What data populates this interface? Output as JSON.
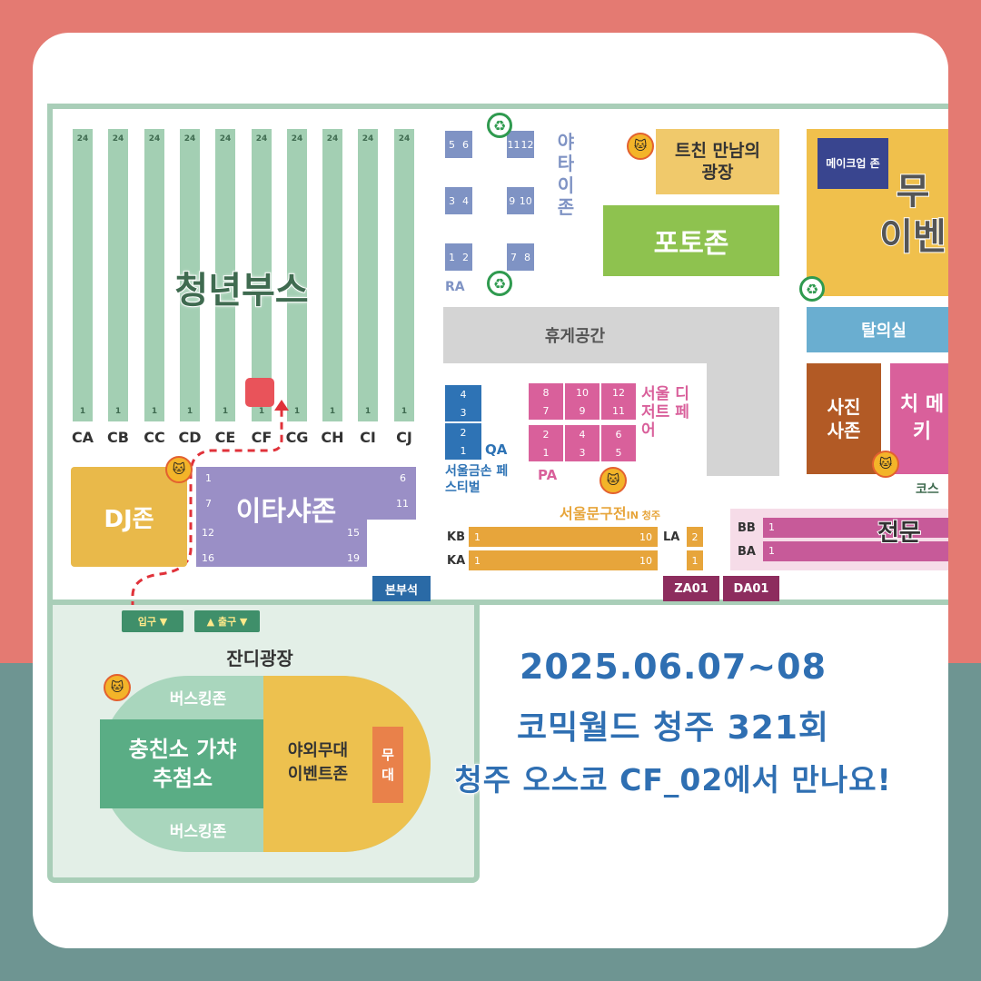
{
  "colors": {
    "bg_top": "#e47a72",
    "bg_bottom": "#6e9592",
    "youth_green": "#a3cfb3",
    "yata_blue": "#7f93c4",
    "photo_green": "#8ec24f",
    "yellow": "#f0c04c",
    "purple": "#9a8fc6",
    "pink": "#d9609b",
    "orange": "#e7a53b",
    "promo_text": "#2f6fb2",
    "marker": "#e9535a"
  },
  "youth_booth": {
    "title": "청년부스",
    "top_number": "24",
    "bottom_number": "1",
    "columns": [
      "CA",
      "CB",
      "CC",
      "CD",
      "CE",
      "CF",
      "CG",
      "CH",
      "CI",
      "CJ"
    ]
  },
  "yata_zone": {
    "title": "야타이존",
    "group_label": "RA",
    "blocks": [
      [
        "5",
        "6"
      ],
      [
        "11",
        "12"
      ],
      [
        "3",
        "4"
      ],
      [
        "9",
        "10"
      ],
      [
        "1",
        "2"
      ],
      [
        "7",
        "8"
      ]
    ]
  },
  "twitch_plaza": "트친 만남의 광장",
  "photo_zone": "포토존",
  "makeup_zone": "메이크업 존",
  "event_partial": "무 이벤",
  "rest_area": "휴게공간",
  "dressing_room": "탈의실",
  "photo_studio": "사진사존",
  "pink_partial": "치 메 키",
  "cosplay_partial": "코스",
  "seoul_fair": {
    "title": "서울 디저트 페어",
    "label": "PA",
    "top_cells": [
      [
        "8",
        "7"
      ],
      [
        "10",
        "9"
      ],
      [
        "12",
        "11"
      ]
    ],
    "bottom_cells": [
      [
        "2",
        "1"
      ],
      [
        "4",
        "3"
      ],
      [
        "6",
        "5"
      ]
    ]
  },
  "qa": {
    "label": "QA",
    "cells": [
      [
        "4",
        "3"
      ],
      [
        "2",
        "1"
      ]
    ],
    "title": "서울금손 페스티벌"
  },
  "stationery": {
    "title": "서울문구전",
    "suffix": "IN 청주",
    "rows": [
      {
        "label": "KB",
        "start": "1",
        "end": "10"
      },
      {
        "label": "KA",
        "start": "1",
        "end": "10"
      }
    ],
    "la_label": "LA",
    "la_values": [
      "2",
      "1"
    ]
  },
  "expert": {
    "title": "전문",
    "rows": [
      {
        "label": "BB",
        "value": "1"
      },
      {
        "label": "BA",
        "value": "1"
      }
    ]
  },
  "za01": "ZA01",
  "da01": "DA01",
  "headquarters": "본부석",
  "dj_zone": "DJ존",
  "itasha_zone": {
    "title": "이타샤존",
    "numbers": [
      "1",
      "6",
      "7",
      "11",
      "12",
      "15",
      "16",
      "19"
    ]
  },
  "entrance": "입구 ▼",
  "exit": "▲ 출구 ▼",
  "lawn_plaza": {
    "title": "잔디광장",
    "busking_top": "버스킹존",
    "busking_bottom": "버스킹존",
    "gacha": "충친소 가챠추첨소",
    "outdoor_stage": "야외무대 이벤트존",
    "stage": "무대"
  },
  "promo": {
    "line1": "2025.06.07~08",
    "line2": "코믹월드 청주 321회",
    "line3": "청주 오스코 CF_02에서 만나요!"
  }
}
